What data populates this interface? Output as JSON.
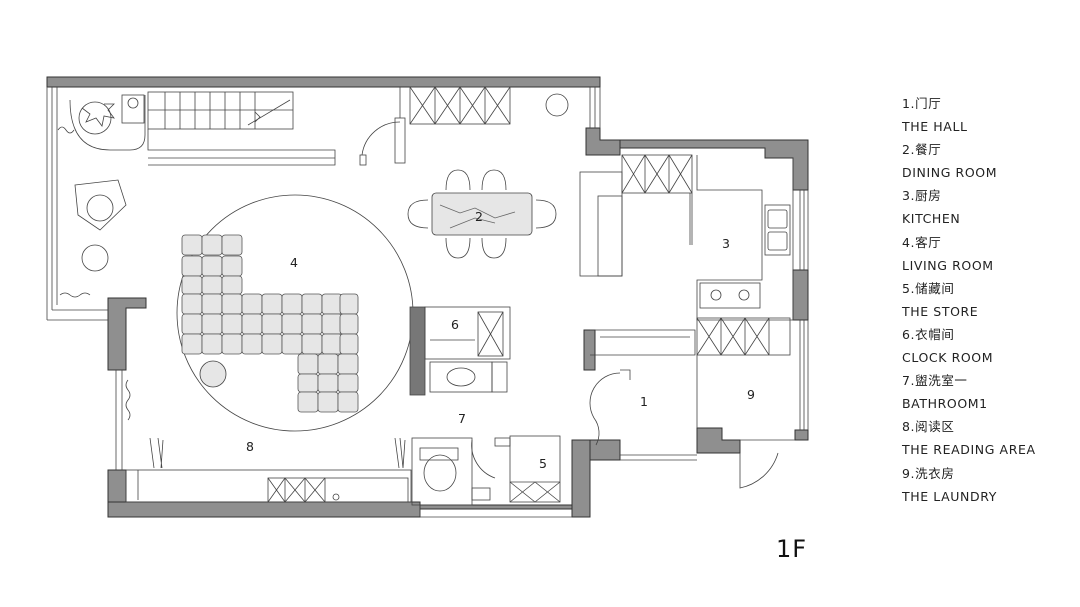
{
  "rooms": {
    "r1": "1",
    "r2": "2",
    "r3": "3",
    "r4": "4",
    "r5": "5",
    "r6": "6",
    "r7": "7",
    "r8": "8",
    "r9": "9"
  },
  "legend": [
    "1.门厅",
    "THE HALL",
    "2.餐厅",
    "DINING ROOM",
    "3.厨房",
    "KITCHEN",
    "4.客厅",
    "LIVING ROOM",
    "5.储藏间",
    "THE STORE",
    "6.衣帽间",
    "CLOCK ROOM",
    "7.盥洗室一",
    "BATHROOM1",
    "8.阅读区",
    "THE READING AREA",
    "9.洗衣房",
    "THE LAUNDRY"
  ],
  "floor_label": "1F",
  "colors": {
    "wall": "#8f8f8f",
    "line": "#333333",
    "fill_light": "#e6e6e6"
  }
}
